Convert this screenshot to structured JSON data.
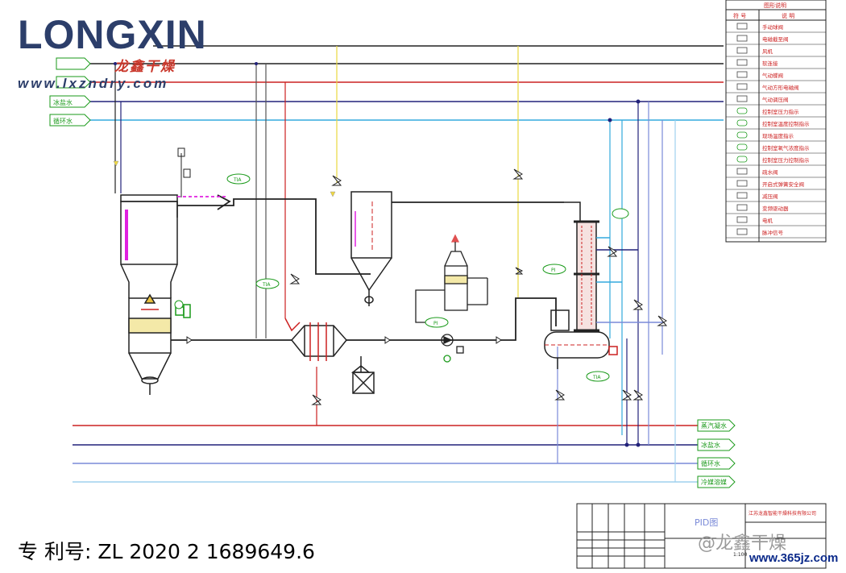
{
  "logo": {
    "brand": "LONGXIN",
    "brand_cn": "龙鑫干燥",
    "url": "www.lxzndry.com"
  },
  "patent": "专 利号: ZL 2020 2 1689649.6",
  "watermark": {
    "handle": "@龙鑫干燥",
    "site": "www.365jz.com"
  },
  "pipes_left": {
    "ice_water": "冰盐水",
    "circ_water": "循环水"
  },
  "pipes_right": {
    "steam_condensate": "蒸汽凝水",
    "ice_water": "冰盐水",
    "circ_water": "循环水",
    "refrigerant": "冷媒溶媒"
  },
  "legend": {
    "title": "图形说明",
    "col_symbol": "符 号",
    "col_desc": "说 明",
    "items": [
      "手动球阀",
      "电磁截至阀",
      "风机",
      "软连接",
      "气动蝶阀",
      "气动方形电磁阀",
      "气动调压阀",
      "控制室压力指示",
      "控制室温度控制指示",
      "现场温度指示",
      "控制室氧气浓度指示",
      "控制室压力控制指示",
      "疏水阀",
      "开启式弹簧安全阀",
      "减压阀",
      "变频驱动器",
      "电机",
      "脉冲信号"
    ]
  },
  "title_block": {
    "drawing_name": "PID图",
    "company": "江苏龙鑫智能干燥科技有限公司",
    "scale": "1:100"
  },
  "instrument_tags": {
    "tag_a": "TIA",
    "tag_b": "TIA",
    "tag_c": "PI",
    "tag_d": "PI",
    "tag_e": "TIA"
  },
  "colors": {
    "steam": "#cc2020",
    "black": "#222222",
    "ice": "#22227a",
    "circ": "#33aadd",
    "glycol": "#7a8ad8",
    "yellow": "#e8d840",
    "magenta": "#e020e0",
    "green": "#1a9a1a",
    "equip": "#222222"
  }
}
